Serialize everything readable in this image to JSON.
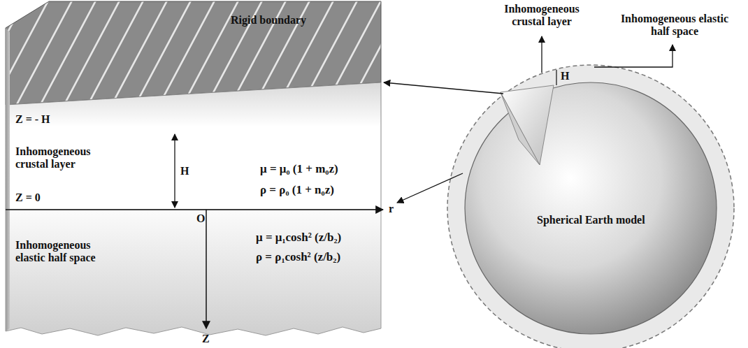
{
  "diagram": {
    "labels": [
      "Rigid boundary",
      "Z = - H",
      "Inhomogeneous crustal layer",
      "H",
      "μ = μ₀ (1 + m₀z)",
      "ρ = ρ₀ (1 + n₀z)",
      "Z = 0",
      "O",
      "r",
      "Inhomogeneous elastic half space",
      "μ = μ₁cosh² (z/b₂)",
      "ρ = ρ₁cosh² (z/b₂)",
      "Z",
      "Inhomogeneous crustal layer",
      "Inhomogeneous elastic half space",
      "H",
      "Spherical Earth model"
    ]
  }
}
